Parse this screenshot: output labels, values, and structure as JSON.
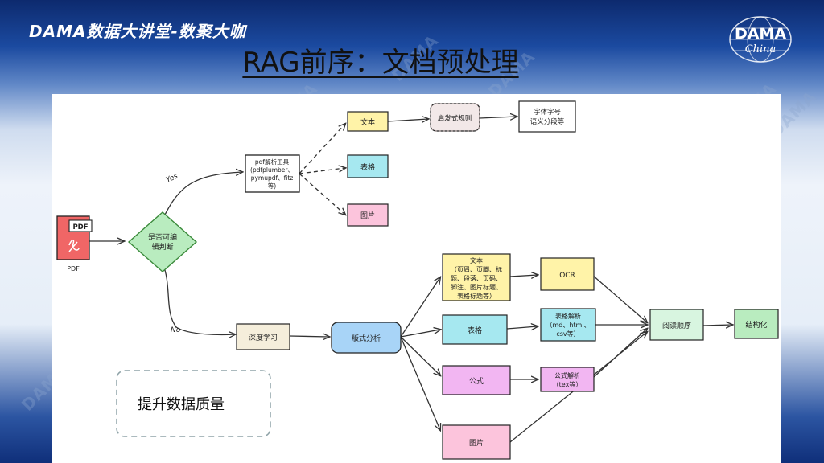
{
  "header": {
    "brand": "DAMA数据大讲堂-数聚大咖",
    "title": "RAG前序：文档预处理",
    "logo_main": "DAMA",
    "logo_sub": "China",
    "watermark": "DAMA"
  },
  "diagram": {
    "pdf_tag": "PDF",
    "pdf_label": "PDF",
    "decision": [
      "是否可编",
      "辑判断"
    ],
    "yes": "Yes",
    "no": "No",
    "pdf_tools": [
      "pdf解析工具",
      "(pdfplumber、",
      "pymupdf、fitz",
      "等)"
    ],
    "text_top": "文本",
    "table_top": "表格",
    "image_top": "图片",
    "heuristic": "启发式规则",
    "font_size": [
      "字体字号",
      "语义分段等"
    ],
    "deep_learning": "深度学习",
    "layout_analysis": "版式分析",
    "text_detail": [
      "文本",
      "（页眉、页脚、标",
      "题、段落、页码、",
      "脚注、图片标题、",
      "表格标题等）"
    ],
    "table_mid": "表格",
    "formula": "公式",
    "image_bottom": "图片",
    "ocr": "OCR",
    "table_parse": [
      "表格解析",
      "（md、html、",
      "csv等）"
    ],
    "formula_parse": [
      "公式解析",
      "（tex等）"
    ],
    "reading_order": "阅读顺序",
    "structured": "结构化",
    "improve_quality": "提升数据质量"
  },
  "colors": {
    "yellow": "#fff3a8",
    "cyan": "#a6e8f0",
    "pink": "#fcc4dc",
    "green_fill": "#b9ecbf",
    "green_stroke": "#3a8a3a",
    "blue": "#a8d4f7",
    "purple": "#f2b6f2",
    "beige": "#f5eedb",
    "mint": "#d8f5e0",
    "dashed": "#8fa3a8"
  }
}
